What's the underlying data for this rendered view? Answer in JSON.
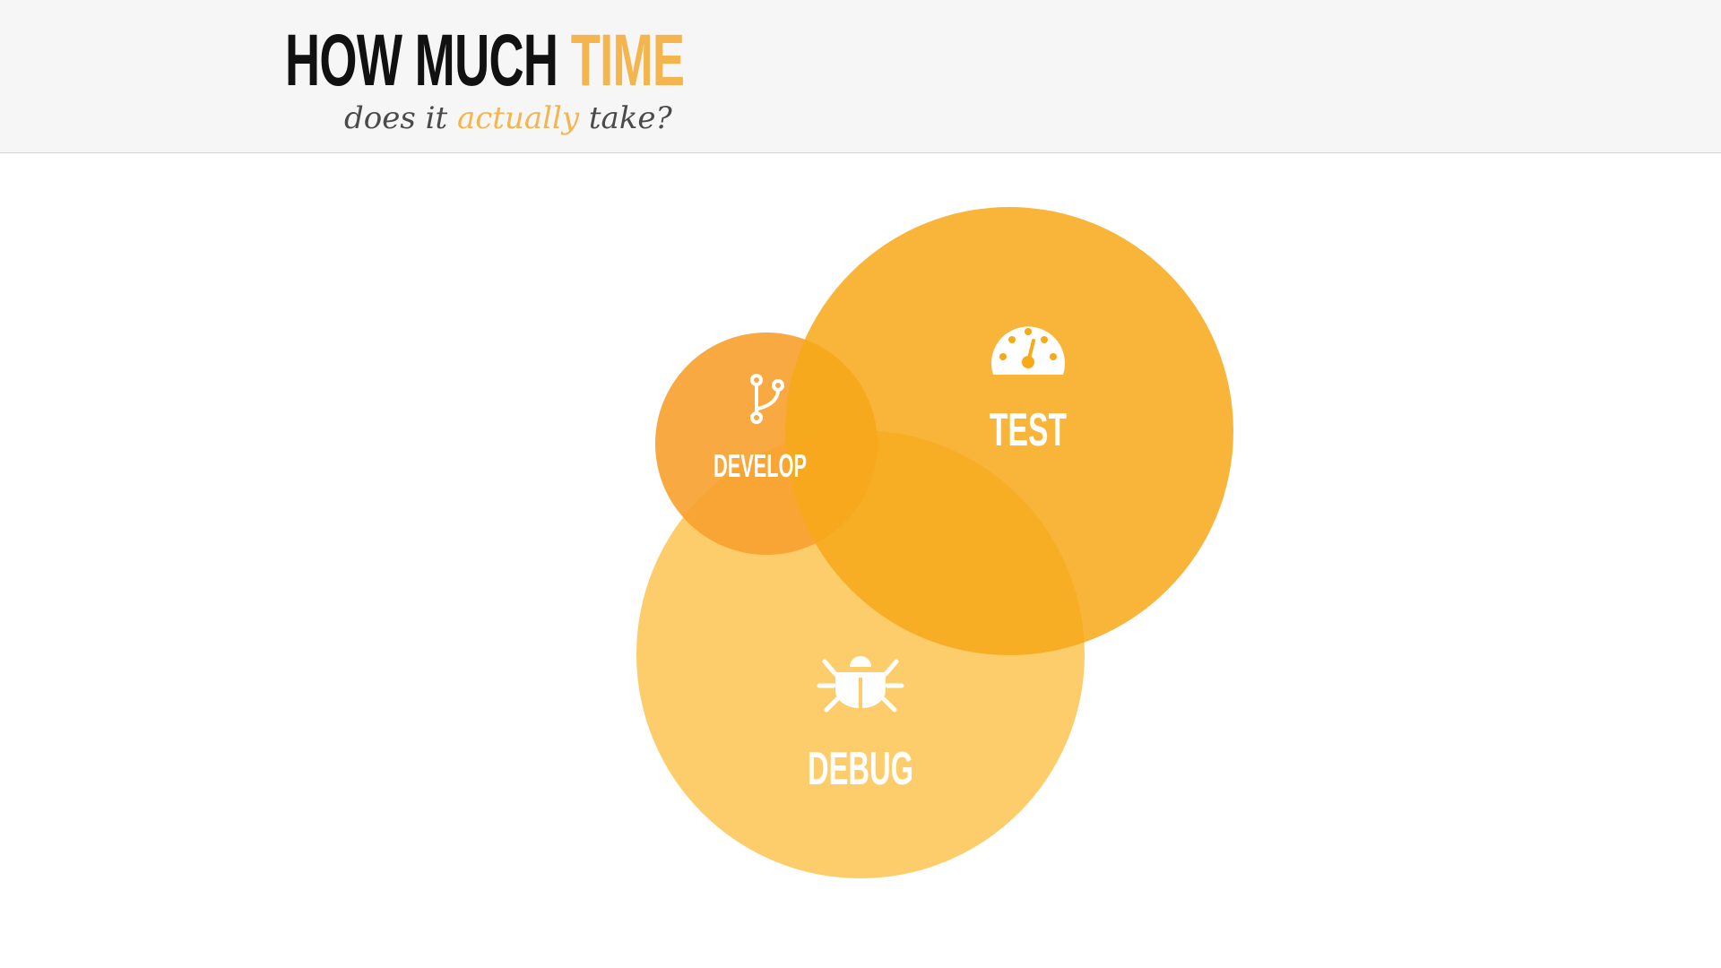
{
  "header": {
    "title_main": "HOW MUCH",
    "title_accent": "TIME",
    "subtitle_prefix": "does it",
    "subtitle_accent": "actually",
    "subtitle_suffix": "take?"
  },
  "diagram": {
    "circles": [
      {
        "id": "debug",
        "label": "DEBUG",
        "icon": "bug-icon",
        "color": "#fdcd6b"
      },
      {
        "id": "develop",
        "label": "DEVELOP",
        "icon": "code-branch-icon",
        "color": "#f9a231"
      },
      {
        "id": "test",
        "label": "TEST",
        "icon": "speedometer-icon",
        "color": "#f7a918"
      }
    ]
  }
}
